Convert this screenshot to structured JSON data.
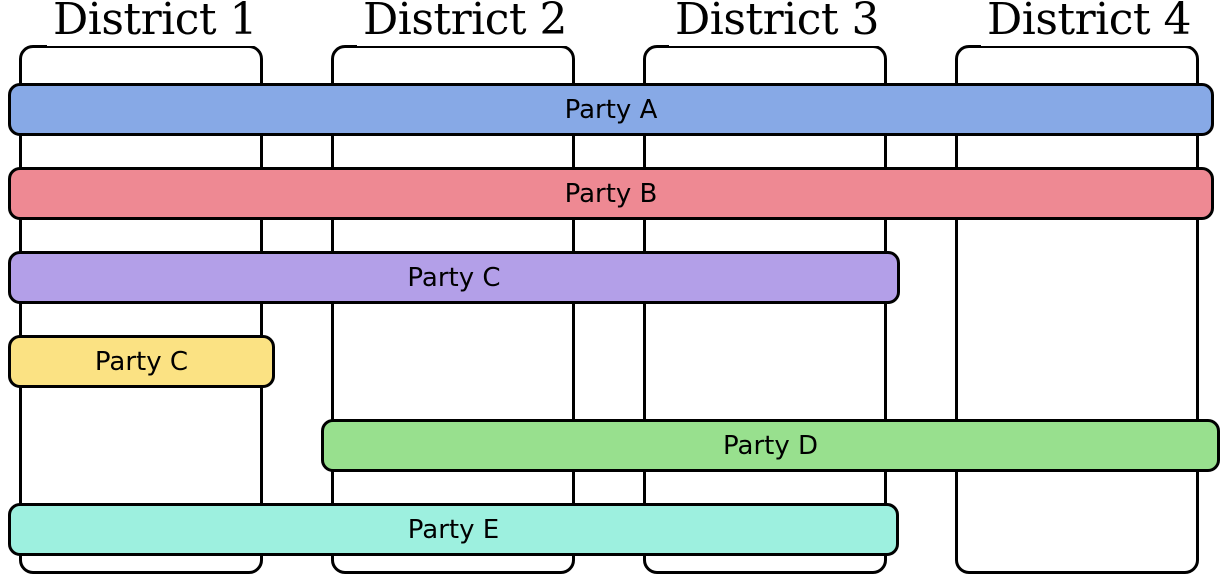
{
  "districts": [
    {
      "label": "District 1"
    },
    {
      "label": "District 2"
    },
    {
      "label": "District 3"
    },
    {
      "label": "District 4"
    }
  ],
  "parties": [
    {
      "label": "Party A",
      "color": "#87a9e6",
      "districts": [
        1,
        2,
        3,
        4
      ]
    },
    {
      "label": "Party B",
      "color": "#ee8993",
      "districts": [
        1,
        2,
        3,
        4
      ]
    },
    {
      "label": "Party C",
      "color": "#b39fe8",
      "districts": [
        1,
        2,
        3
      ]
    },
    {
      "label": "Party C",
      "color": "#fbe283",
      "districts": [
        1
      ]
    },
    {
      "label": "Party D",
      "color": "#98e08e",
      "districts": [
        2,
        3,
        4
      ]
    },
    {
      "label": "Party E",
      "color": "#9df0df",
      "districts": [
        1,
        2,
        3
      ]
    }
  ]
}
